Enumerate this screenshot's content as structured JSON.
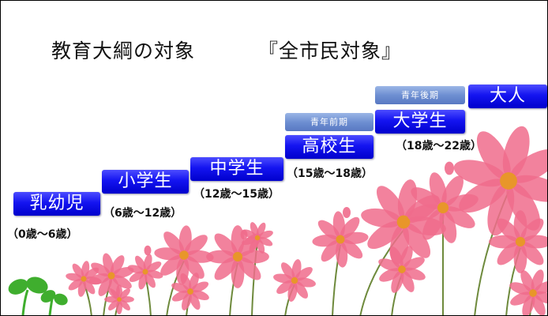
{
  "title": {
    "main": "教育大綱の対象",
    "sub": "『全市民対象』"
  },
  "stages": [
    {
      "label": "乳幼児",
      "age": "（0歳〜6歳）"
    },
    {
      "label": "小学生",
      "age": "（6歳〜12歳）"
    },
    {
      "label": "中学生",
      "age": "（12歳〜15歳）"
    },
    {
      "label": "高校生",
      "age": "（15歳〜18歳）"
    },
    {
      "label": "大学生",
      "age": "（18歳〜22歳）"
    },
    {
      "label": "大人",
      "age": ""
    }
  ],
  "phases": [
    {
      "label": "青年前期"
    },
    {
      "label": "青年後期"
    }
  ],
  "colors": {
    "stage_box": "#1414f0",
    "phase_box": "#7090d0",
    "flower_petal": "#f06c8c",
    "flower_center": "#e8962a",
    "stem": "#6e8a3c",
    "sprout": "#3fae2e"
  },
  "decor": {
    "flowers": "cosmos-flowers-illustration",
    "sprout": "sprout-icon"
  }
}
